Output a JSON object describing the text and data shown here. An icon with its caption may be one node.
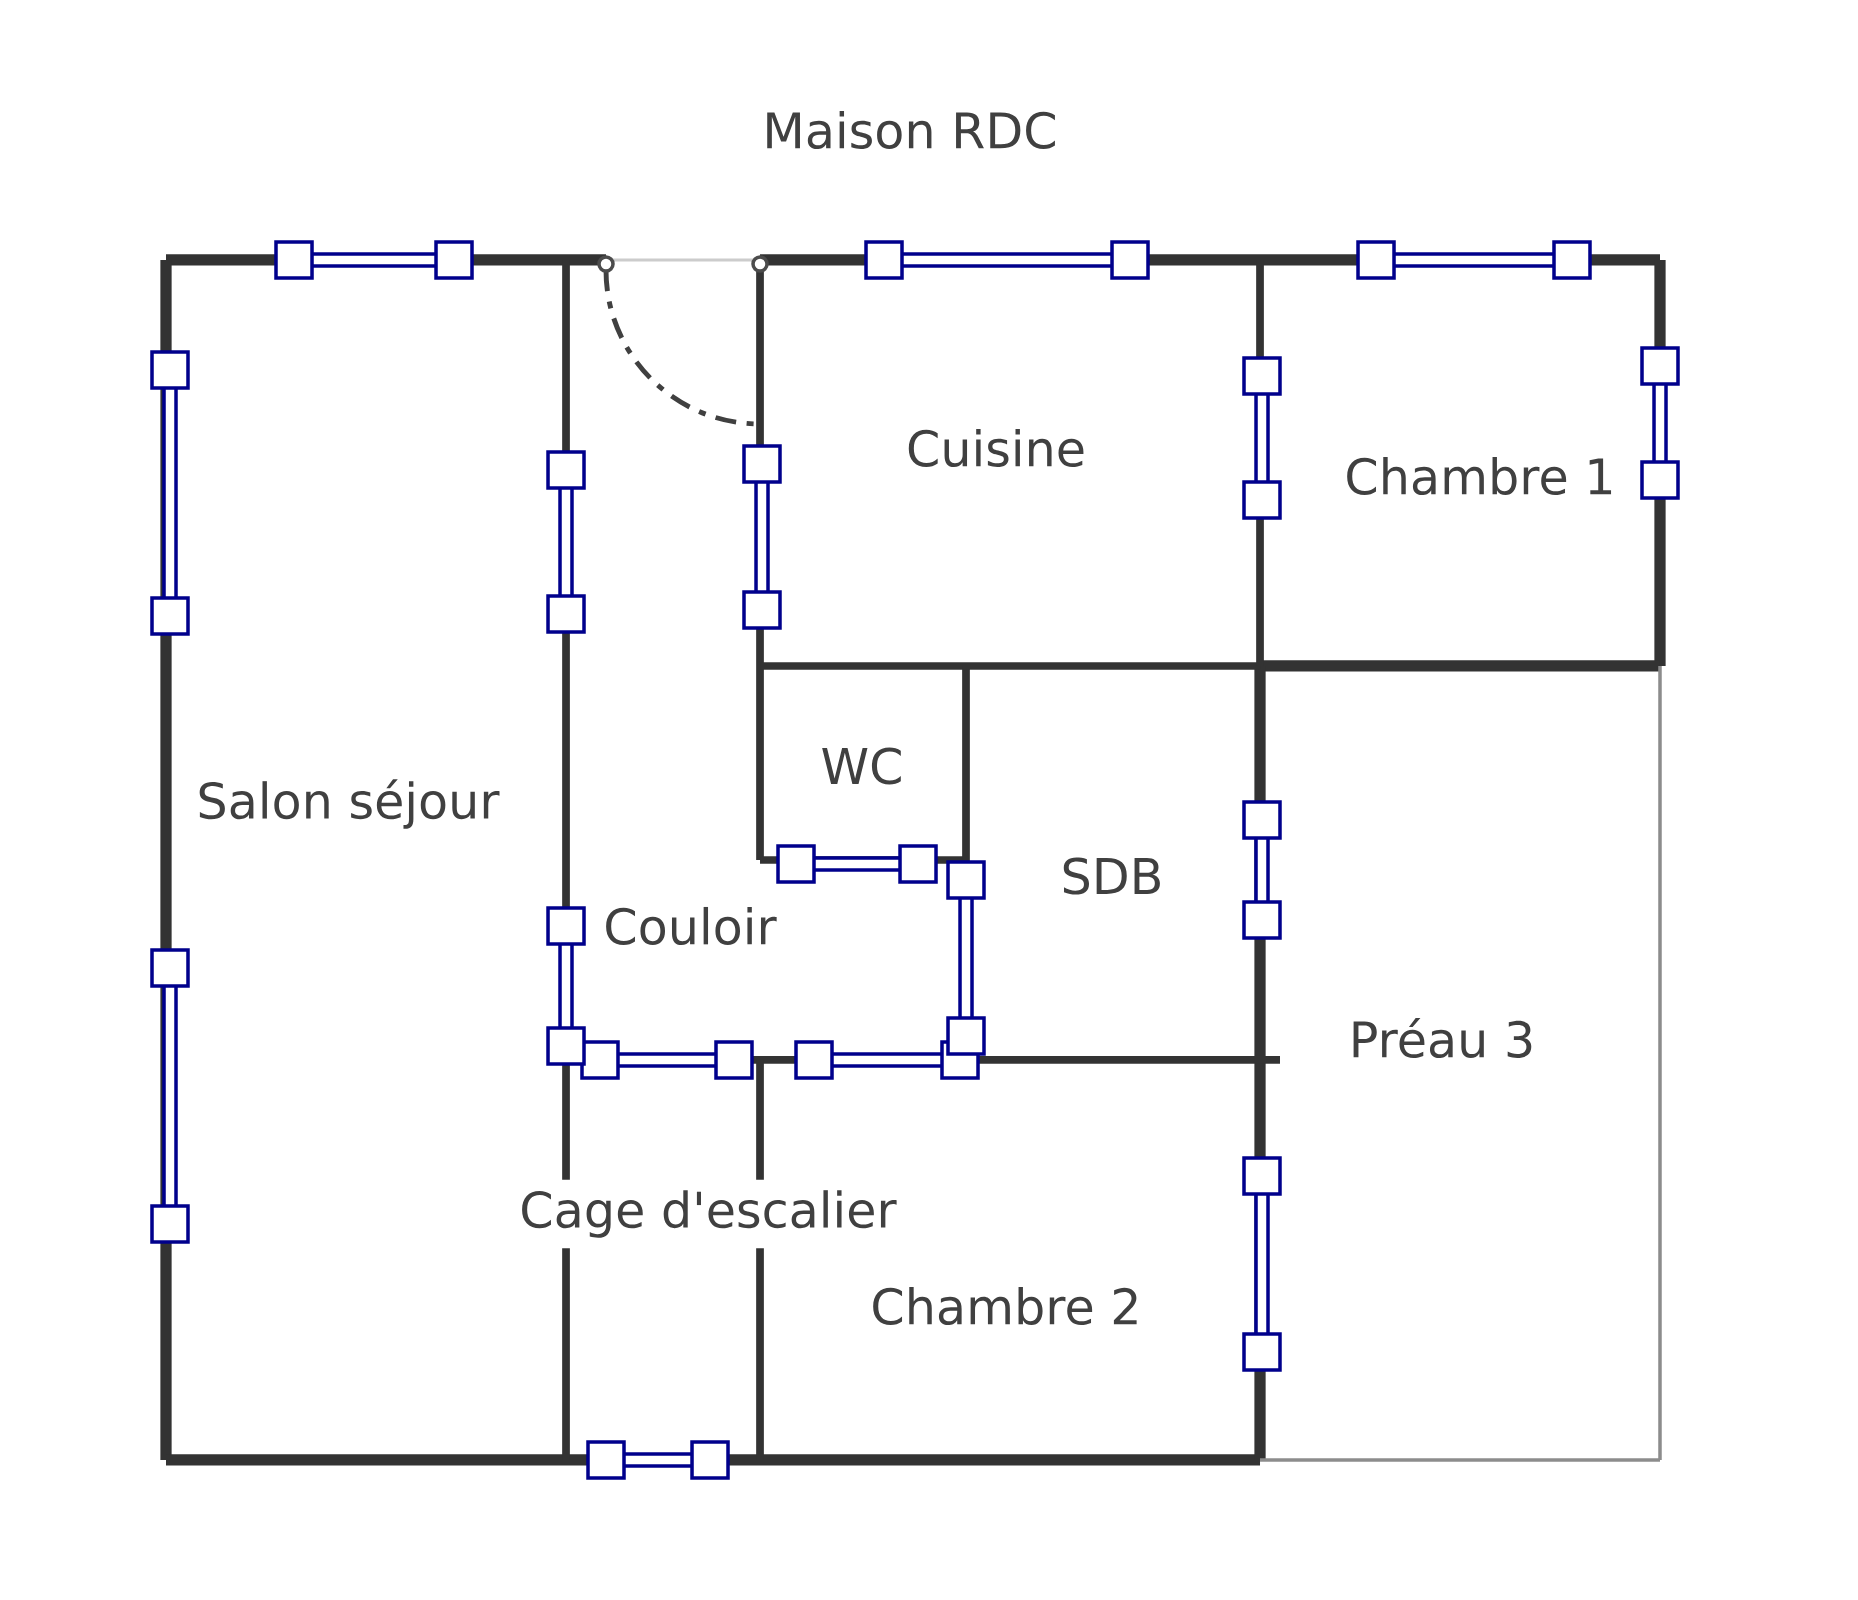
{
  "diagram": {
    "title": "Maison RDC",
    "labels": [
      "Cuisine",
      "Chambre 1",
      "WC",
      "Salon séjour",
      "SDB",
      "Couloir",
      "Préau 3",
      "Cage d'escalier",
      "Chambre 2"
    ]
  }
}
